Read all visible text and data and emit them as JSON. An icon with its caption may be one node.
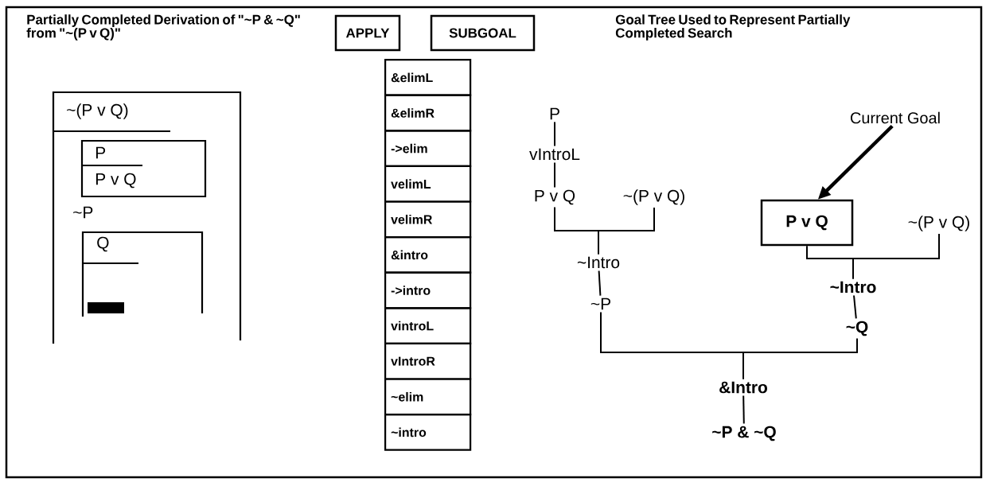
{
  "diagram": {
    "nodes": [
      {
        "text": [
          "~(P v Q)",
          "~P"
        ]
      },
      {
        "text": [
          "P",
          "P v Q"
        ],
        "in": 0
      },
      {
        "text": [
          "Q"
        ],
        "in": 0
      },
      {
        "text": [
          "APPLY"
        ]
      },
      {
        "text": [
          "SUBGOAL"
        ]
      },
      {
        "text": [
          "&elimL"
        ]
      },
      {
        "text": [
          "&elimR"
        ]
      },
      {
        "text": [
          "->elim"
        ]
      },
      {
        "text": [
          "velimL"
        ]
      },
      {
        "text": [
          "velimR"
        ]
      },
      {
        "text": [
          "&intro"
        ]
      },
      {
        "text": [
          "->intro"
        ]
      },
      {
        "text": [
          "vintroL"
        ]
      },
      {
        "text": [
          "vIntroR"
        ]
      },
      {
        "text": [
          "~elim"
        ]
      },
      {
        "text": [
          "~intro"
        ]
      },
      {
        "text": [
          "P"
        ]
      },
      {
        "text": [
          "vIntroL"
        ]
      },
      {
        "text": [
          "P v Q"
        ]
      },
      {
        "text": [
          "~(P v Q)"
        ]
      },
      {
        "text": [
          "~Intro"
        ]
      },
      {
        "text": [
          "~P"
        ]
      },
      {
        "text": [
          "P  v  Q"
        ]
      },
      {
        "text": [
          "~(P v Q)"
        ]
      },
      {
        "text": [
          "~Intro"
        ]
      },
      {
        "text": [
          "~Q"
        ]
      },
      {
        "text": [
          "&Intro"
        ]
      },
      {
        "text": [
          "~P  &  ~Q"
        ]
      },
      {
        "text": [
          "Current Goal"
        ]
      }
    ],
    "edges": [
      {
        "from": 16,
        "to": 17,
        "arrow": "none"
      },
      {
        "from": 17,
        "to": 18,
        "arrow": "none"
      },
      {
        "from": 18,
        "to": 20,
        "arrow": "none"
      },
      {
        "from": 19,
        "to": 20,
        "arrow": "none"
      },
      {
        "from": 20,
        "to": 21,
        "arrow": "none"
      },
      {
        "from": 22,
        "to": 24,
        "arrow": "none"
      },
      {
        "from": 23,
        "to": 24,
        "arrow": "none"
      },
      {
        "from": 24,
        "to": 25,
        "arrow": "none"
      },
      {
        "from": 21,
        "to": 26,
        "arrow": "none"
      },
      {
        "from": 25,
        "to": 26,
        "arrow": "none"
      },
      {
        "from": 26,
        "to": 27,
        "arrow": "none"
      },
      {
        "from": 28,
        "to": 22,
        "arrow": "to",
        "style": "thick"
      }
    ],
    "labels": [
      "Partially Completed Derivation of \"~P & ~Q\"  from  \"~(P v Q)\"",
      "Goal Tree Used to Represent Partially Completed Search"
    ]
  }
}
